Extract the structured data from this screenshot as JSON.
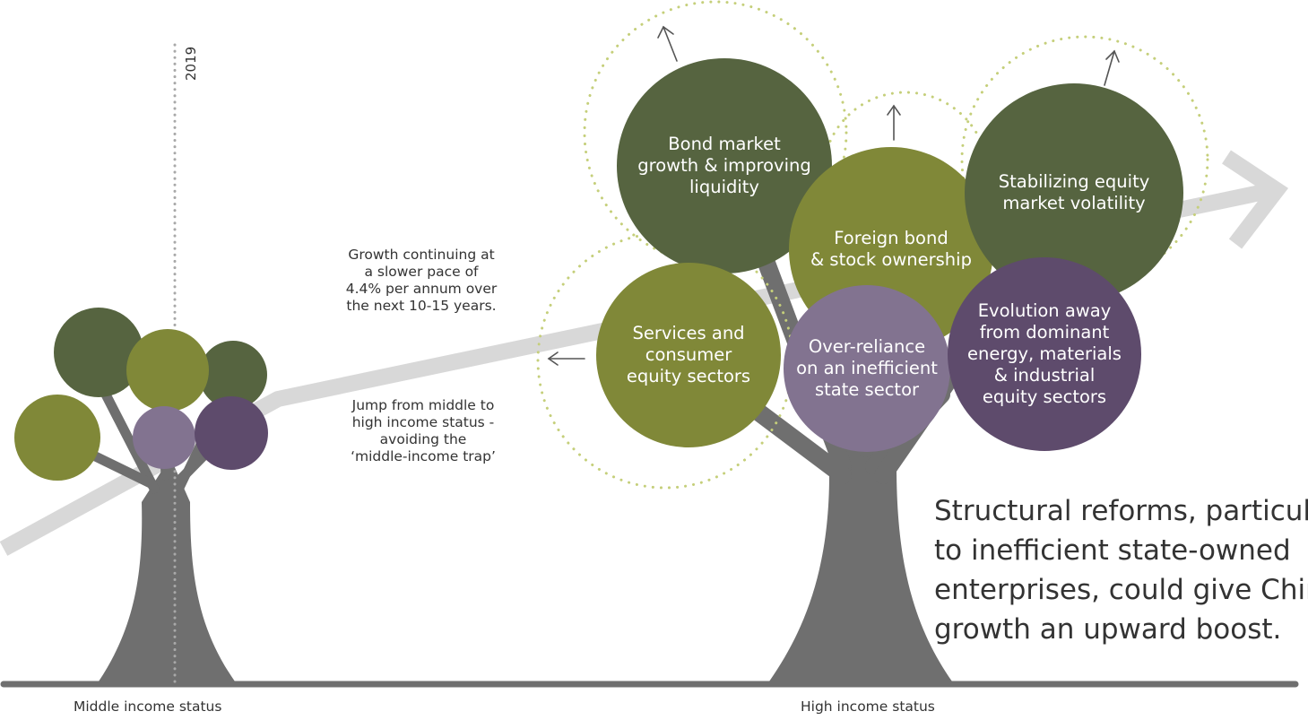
{
  "year_marker": "2019",
  "annotations": {
    "growth": [
      "Growth continuing at",
      "a slower pace of",
      "4.4% per annum over",
      "the next 10-15 years."
    ],
    "jump": [
      "Jump from middle to",
      "high income status  -",
      "avoiding the",
      "‘middle-income trap’"
    ]
  },
  "bubbles": {
    "bond_market": [
      "Bond market",
      "growth & improving",
      "liquidity"
    ],
    "foreign_bond": [
      "Foreign bond",
      "& stock ownership"
    ],
    "stabilizing_equity": [
      "Stabilizing equity",
      "market volatility"
    ],
    "services_consumer": [
      "Services and",
      "consumer",
      "equity sectors"
    ],
    "over_reliance": [
      "Over-reliance",
      "on an inefficient",
      "state sector"
    ],
    "evolution": [
      "Evolution away",
      "from dominant",
      "energy, materials",
      "& industrial",
      "equity sectors"
    ]
  },
  "summary": [
    "Structural reforms, particularly",
    "to inefficient state-owned",
    "enterprises, could give China’s",
    "growth an upward boost."
  ],
  "axis_labels": {
    "left": "Middle income status",
    "right": "High income status"
  },
  "colors": {
    "dark_green": "#566440",
    "olive": "#808838",
    "light_purple": "#827390",
    "dark_purple": "#5e4b6c",
    "trunk": "#6f6f6f",
    "growth_arrow": "#d8d8d8",
    "dotted_circle": "#c5cf7a"
  }
}
